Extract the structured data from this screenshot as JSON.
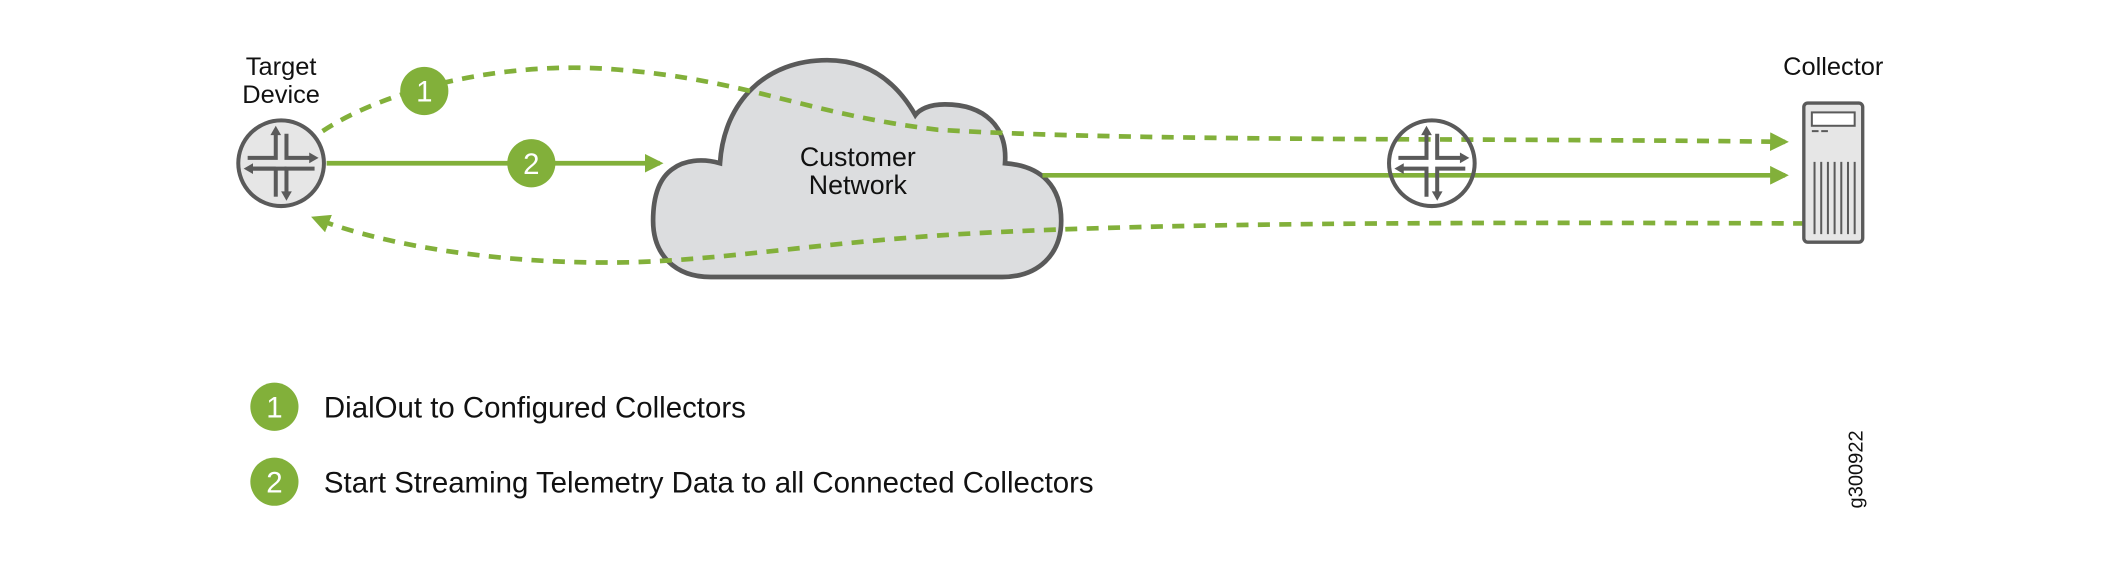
{
  "colors": {
    "accent": "#82b03a",
    "outline": "#5a5a5a",
    "fill": "#e6e6e6",
    "cloud_fill": "#dcdddf",
    "text": "#111111"
  },
  "nodes": {
    "target_device": {
      "label_line1": "Target",
      "label_line2": "Device",
      "icon": "router-icon"
    },
    "customer_network": {
      "label_line1": "Customer",
      "label_line2": "Network",
      "icon": "cloud-icon"
    },
    "intermediate_router": {
      "icon": "router-icon"
    },
    "collector": {
      "label": "Collector",
      "icon": "server-icon"
    }
  },
  "steps": [
    {
      "number": "1",
      "description": "DialOut to Configured Collectors",
      "style": "dashed"
    },
    {
      "number": "2",
      "description": "Start Streaming Telemetry Data to all Connected Collectors",
      "style": "solid"
    }
  ],
  "figure_id": "g300922"
}
